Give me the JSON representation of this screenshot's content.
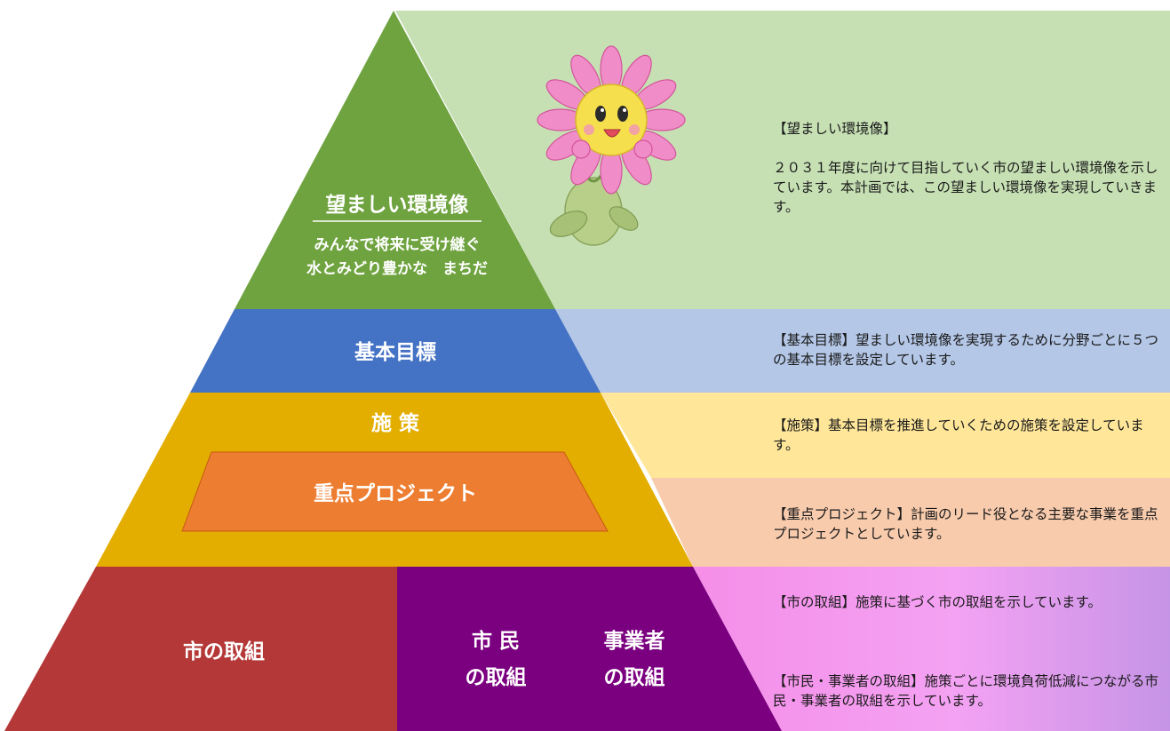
{
  "colors": {
    "green_tier": "#6fa33f",
    "green_band": "#c6e0b4",
    "blue_tier": "#4472c4",
    "blue_band": "#b4c7e7",
    "yellow_tier": "#e3ae00",
    "yellow_band": "#ffe699",
    "orange_box": "#ed7d31",
    "orange_band": "#f8cbad",
    "red_tier": "#b53838",
    "purple_tier": "#7b0080",
    "pink_band": "#f59cf0"
  },
  "mascot": {
    "icon": "flower-mascot-icon"
  },
  "pyramid": {
    "apex": {
      "title": "望ましい環境像",
      "subtitle_line1": "みんなで将来に受け継ぐ",
      "subtitle_line2": "水とみどり豊かな　まちだ"
    },
    "goals": {
      "label": "基本目標"
    },
    "measures": {
      "label": "施 策"
    },
    "priority": {
      "label": "重点プロジェクト"
    },
    "city": {
      "label": "市の取組"
    },
    "citizens": {
      "line1": "市 民",
      "line2": "の取組"
    },
    "business": {
      "line1": "事業者",
      "line2": "の取組"
    }
  },
  "descriptions": {
    "vision_heading": "【望ましい環境像】",
    "vision_body": "２０３１年度に向けて目指していく市の望ましい環境像を示しています。本計画では、この望ましい環境像を実現していきます。",
    "goals": "【基本目標】望ましい環境像を実現するために分野ごとに５つの基本目標を設定しています。",
    "measures": "【施策】基本目標を推進していくための施策を設定しています。",
    "priority": "【重点プロジェクト】計画のリード役となる主要な事業を重点プロジェクトとしています。",
    "city": "【市の取組】施策に基づく市の取組を示しています。",
    "citizens": "【市民・事業者の取組】施策ごとに環境負荷低減につながる市民・事業者の取組を示しています。"
  }
}
